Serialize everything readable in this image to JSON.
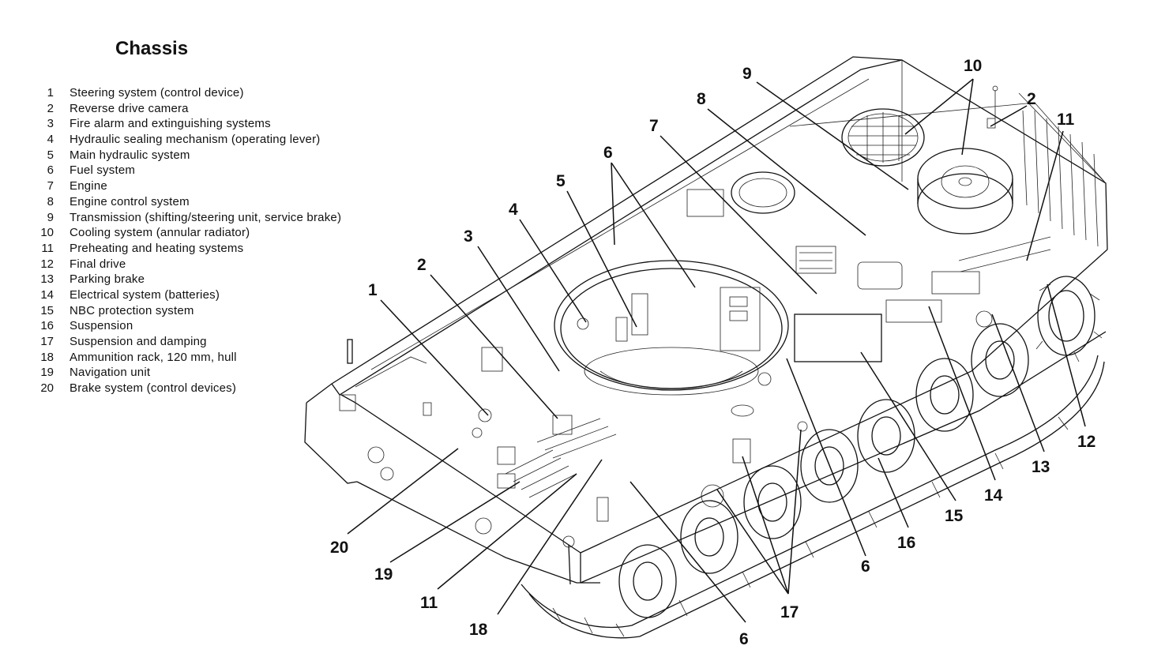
{
  "title": "Chassis",
  "legend": [
    {
      "num": "1",
      "text": "Steering system (control device)"
    },
    {
      "num": "2",
      "text": "Reverse drive camera"
    },
    {
      "num": "3",
      "text": "Fire alarm and extinguishing systems"
    },
    {
      "num": "4",
      "text": "Hydraulic sealing mechanism (operating lever)"
    },
    {
      "num": "5",
      "text": "Main hydraulic system"
    },
    {
      "num": "6",
      "text": "Fuel system"
    },
    {
      "num": "7",
      "text": "Engine"
    },
    {
      "num": "8",
      "text": "Engine control system"
    },
    {
      "num": "9",
      "text": "Transmission (shifting/steering unit, service brake)"
    },
    {
      "num": "10",
      "text": "Cooling system (annular radiator)"
    },
    {
      "num": "11",
      "text": "Preheating and heating systems"
    },
    {
      "num": "12",
      "text": "Final drive"
    },
    {
      "num": "13",
      "text": "Parking brake"
    },
    {
      "num": "14",
      "text": "Electrical system (batteries)"
    },
    {
      "num": "15",
      "text": "NBC protection system"
    },
    {
      "num": "16",
      "text": "Suspension"
    },
    {
      "num": "17",
      "text": "Suspension and damping"
    },
    {
      "num": "18",
      "text": "Ammunition rack, 120 mm, hull"
    },
    {
      "num": "19",
      "text": "Navigation unit"
    },
    {
      "num": "20",
      "text": "Brake system (control devices)"
    }
  ],
  "callouts": {
    "c1": "1",
    "c2a": "2",
    "c2b": "2",
    "c3": "3",
    "c4": "4",
    "c5": "5",
    "c6a": "6",
    "c6b": "6",
    "c6c": "6",
    "c7": "7",
    "c8": "8",
    "c9": "9",
    "c10": "10",
    "c11a": "11",
    "c11b": "11",
    "c12": "12",
    "c13": "13",
    "c14": "14",
    "c15": "15",
    "c16": "16",
    "c17": "17",
    "c18": "18",
    "c19": "19",
    "c20": "20"
  }
}
